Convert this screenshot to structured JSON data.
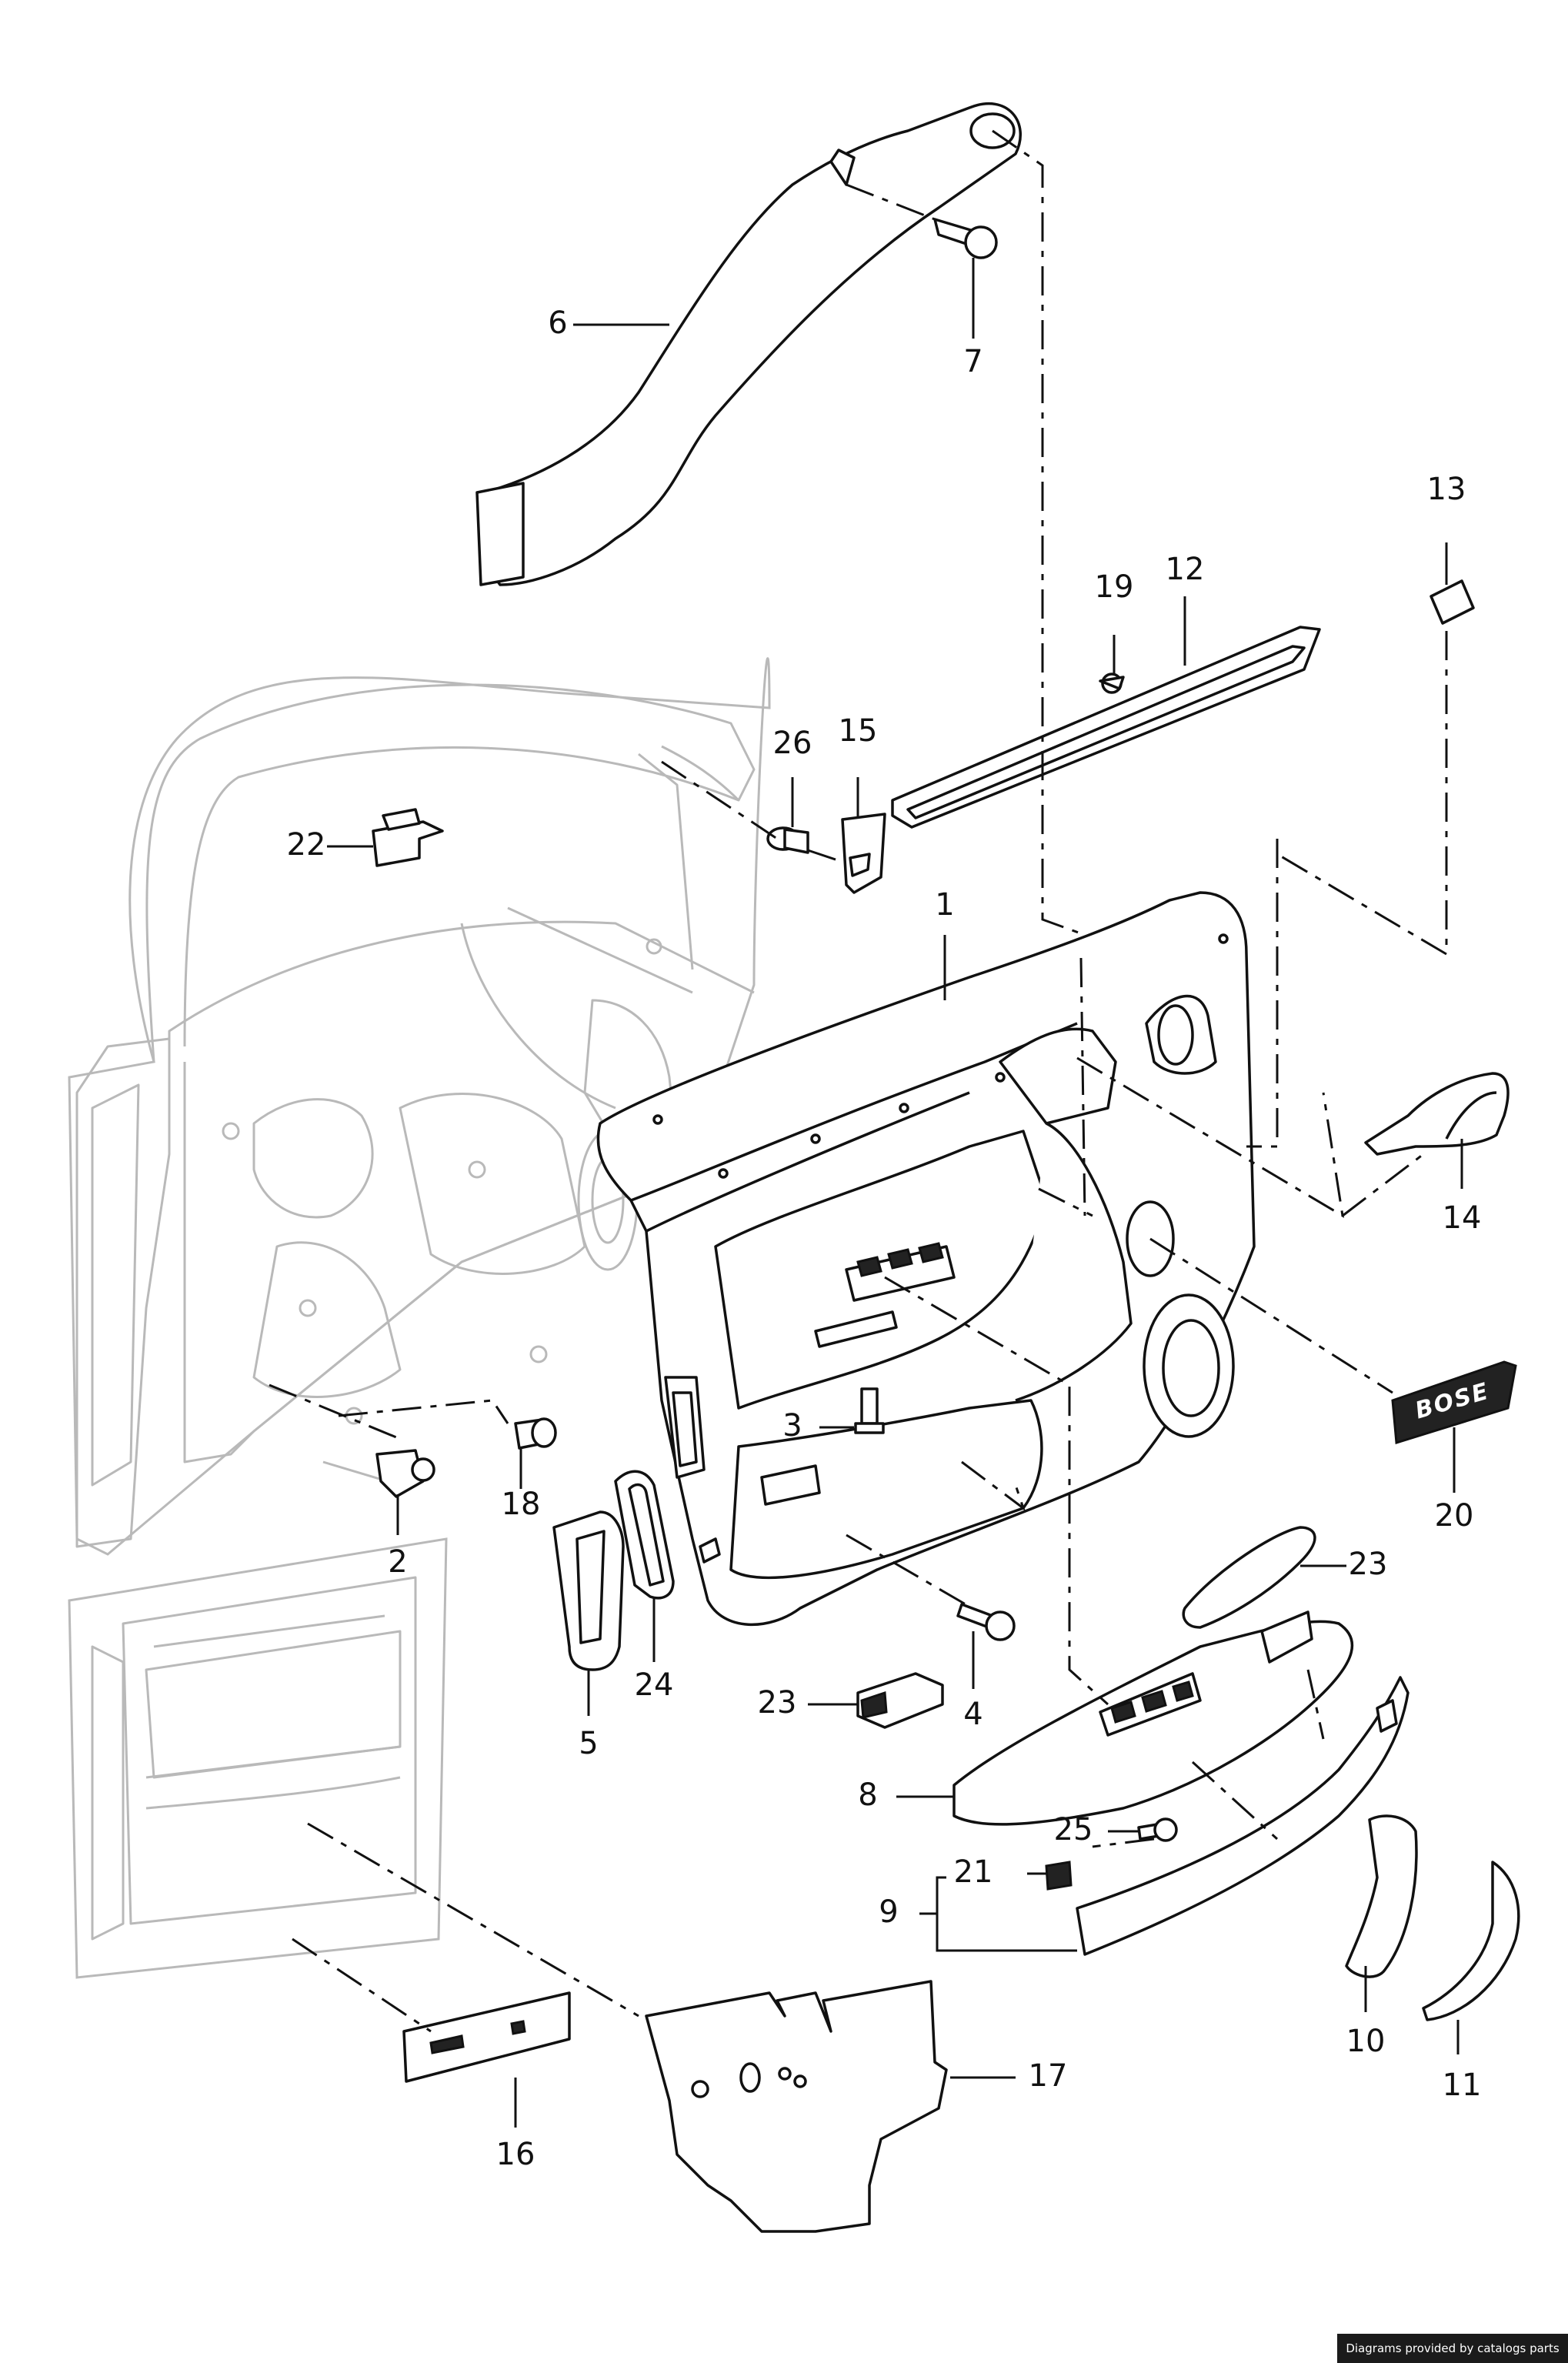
{
  "callouts": {
    "c1": "1",
    "c2": "2",
    "c3": "3",
    "c4": "4",
    "c5": "5",
    "c6": "6",
    "c7": "7",
    "c8": "8",
    "c9": "9",
    "c10": "10",
    "c11": "11",
    "c12": "12",
    "c13": "13",
    "c14": "14",
    "c15": "15",
    "c16": "16",
    "c17": "17",
    "c18": "18",
    "c19": "19",
    "c20": "20",
    "c21": "21",
    "c22": "22",
    "c23a": "23",
    "c23b": "23",
    "c24": "24",
    "c25": "25",
    "c26": "26"
  },
  "badge_text": "BOSE",
  "credit": "Diagrams provided by catalogs parts"
}
